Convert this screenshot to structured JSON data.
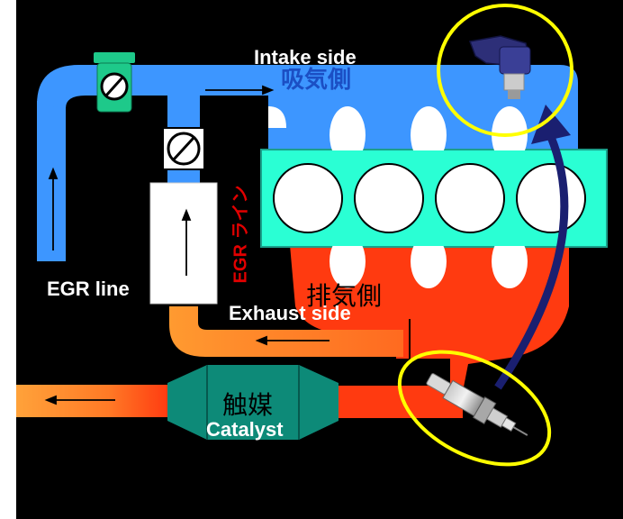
{
  "labels": {
    "intake_side": "Intake side",
    "intake_side_jp": "吸気側",
    "egr_line": "EGR line",
    "egr_line_jp": "EGR ライン",
    "exhaust_side": "Exhaust side",
    "exhaust_side_jp": "排気側",
    "catalyst": "Catalyst",
    "catalyst_jp": "触媒"
  },
  "colors": {
    "background": "#000000",
    "intake_pipe": "#3d96ff",
    "engine_block": "#2affd4",
    "cylinder": "#ffffff",
    "exhaust_hot": "#ff3a10",
    "exhaust_mid": "#ff7a26",
    "exhaust_cool": "#ffa23a",
    "catalyst": "#0d8a78",
    "egr_valve": "#1ec98a",
    "highlight_ring": "#ffff00",
    "signal_arrow": "#1a1f70"
  },
  "icons": {
    "throttle": "throttle-valve-icon",
    "egr_valve": "egr-valve-icon",
    "intake_sensor": "intake-pressure-sensor-icon",
    "o2_sensor": "oxygen-sensor-icon"
  }
}
